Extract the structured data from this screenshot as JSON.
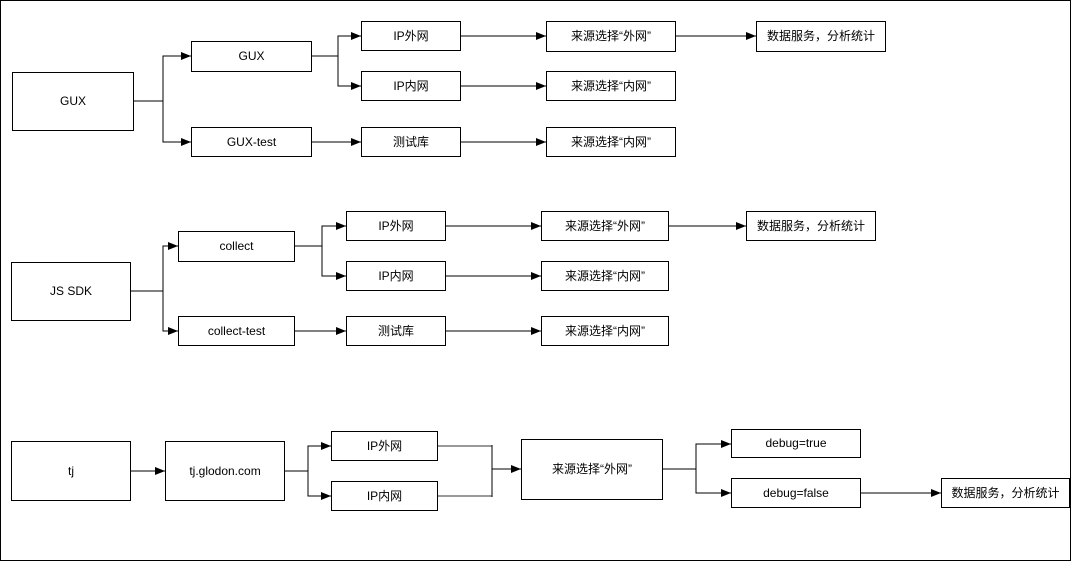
{
  "flows": {
    "gux": {
      "source": "GUX",
      "env_prod": "GUX",
      "env_test": "GUX-test",
      "ip_external": "IP外网",
      "ip_internal": "IP内网",
      "test_db": "测试库",
      "select_external": "来源选择“外网”",
      "select_internal": "来源选择“内网”",
      "select_internal_2": "来源选择“内网”",
      "data_service": "数据服务，分析统计"
    },
    "js_sdk": {
      "source": "JS SDK",
      "env_prod": "collect",
      "env_test": "collect-test",
      "ip_external": "IP外网",
      "ip_internal": "IP内网",
      "test_db": "测试库",
      "select_external": "来源选择“外网”",
      "select_internal": "来源选择“内网”",
      "select_internal_2": "来源选择“内网”",
      "data_service": "数据服务，分析统计"
    },
    "tj": {
      "source": "tj",
      "domain": "tj.glodon.com",
      "ip_external": "IP外网",
      "ip_internal": "IP内网",
      "select_external": "来源选择“外网”",
      "debug_true": "debug=true",
      "debug_false": "debug=false",
      "data_service": "数据服务，分析统计"
    }
  },
  "colors": {
    "line": "#000000",
    "merge_line_gray": "#999999",
    "box_border": "#000000",
    "box_fill": "#ffffff",
    "text": "#000000"
  }
}
